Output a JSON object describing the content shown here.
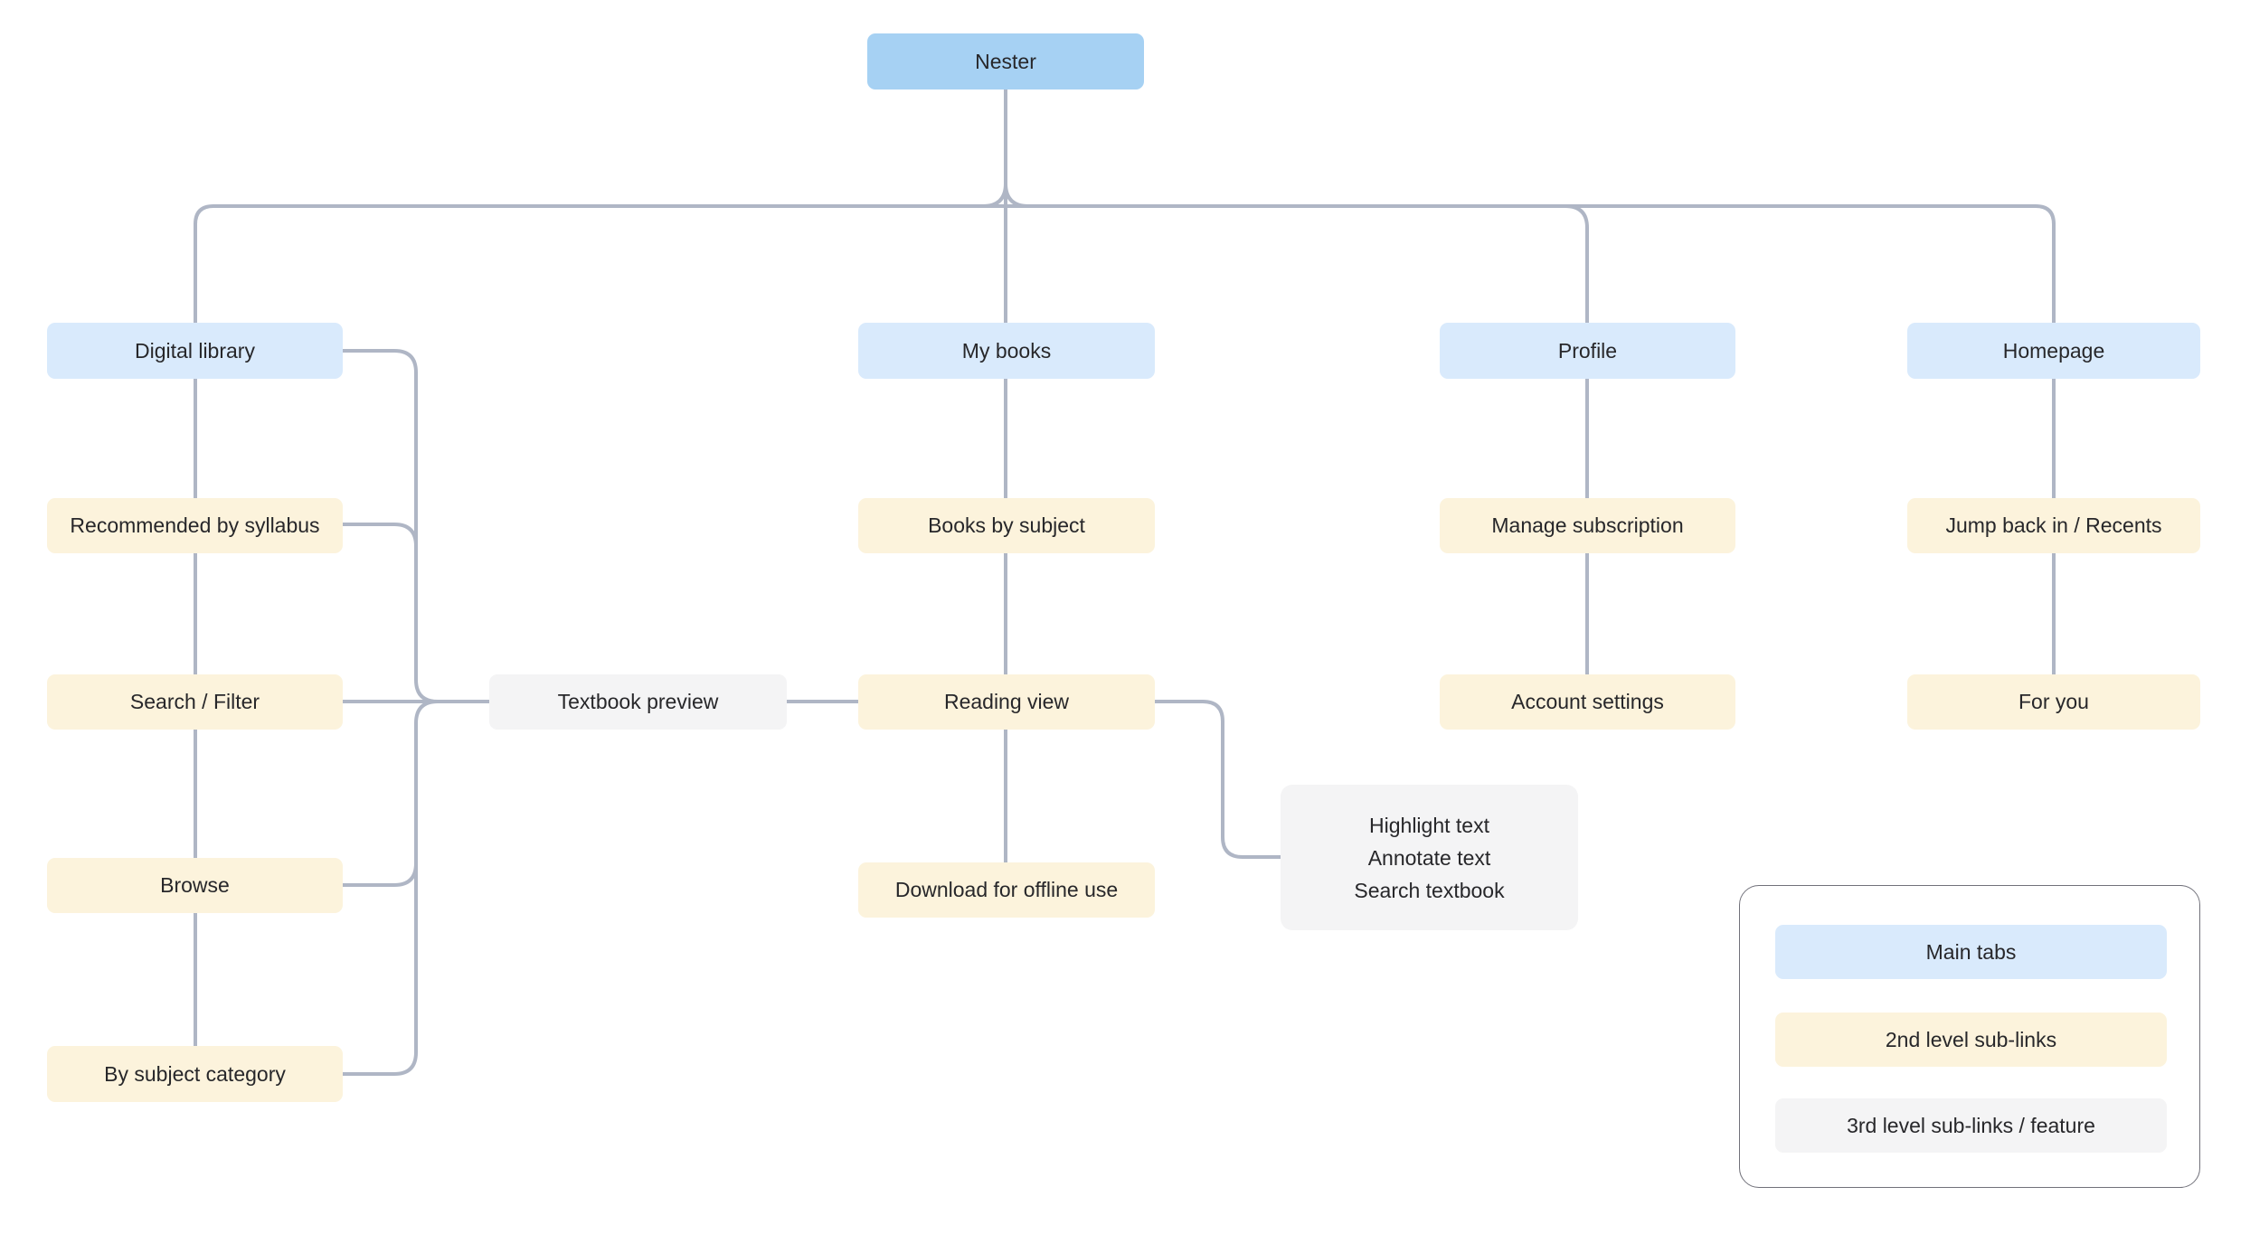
{
  "root": {
    "label": "Nester"
  },
  "tabs": {
    "digital_library": {
      "label": "Digital library"
    },
    "my_books": {
      "label": "My books"
    },
    "profile": {
      "label": "Profile"
    },
    "homepage": {
      "label": "Homepage"
    }
  },
  "sublinks": {
    "recommended": {
      "label": "Recommended by syllabus"
    },
    "search_filter": {
      "label": "Search / Filter"
    },
    "browse": {
      "label": "Browse"
    },
    "by_subject_category": {
      "label": "By subject category"
    },
    "books_by_subject": {
      "label": "Books by subject"
    },
    "reading_view": {
      "label": "Reading view"
    },
    "download_offline": {
      "label": "Download for offline use"
    },
    "manage_subscription": {
      "label": "Manage subscription"
    },
    "account_settings": {
      "label": "Account settings"
    },
    "jump_back_in": {
      "label": "Jump back in / Recents"
    },
    "for_you": {
      "label": "For you"
    }
  },
  "features": {
    "textbook_preview": {
      "label": "Textbook preview"
    },
    "reading_tools": {
      "lines": [
        "Highlight text",
        "Annotate text",
        "Search textbook"
      ]
    }
  },
  "legend": {
    "main_tabs": {
      "label": "Main tabs"
    },
    "second_level": {
      "label": "2nd level sub-links"
    },
    "third_level": {
      "label": "3rd level sub-links / feature"
    }
  },
  "colors": {
    "root_fill": "#A6D1F3",
    "tab_fill": "#D9EAFC",
    "sublink_fill": "#FCF3DC",
    "feature_fill": "#F4F4F5",
    "connector": "#AFB6C5",
    "text": "#27272A",
    "legend_border": "#71717A"
  }
}
